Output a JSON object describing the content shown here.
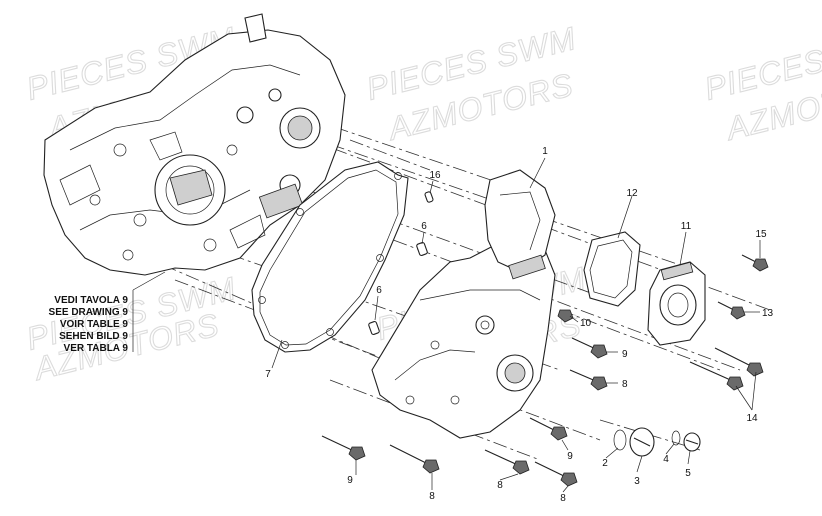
{
  "watermarks": [
    {
      "line1": "PIECES SWM",
      "line2": "AZMOTORS"
    },
    {
      "line1": "PIECES SWM",
      "line2": "AZMOTORS"
    },
    {
      "line1": "PIECES SWM",
      "line2": "AZMOTORS"
    },
    {
      "line1": "PIECES SWM",
      "line2": "AZMOTORS"
    },
    {
      "line1": "PIECES SWM",
      "line2": "AZMOTORS"
    }
  ],
  "reference_note": [
    "VEDI TAVOLA 9",
    "SEE DRAWING 9",
    "VOIR TABLE 9",
    "SEHEN BILD 9",
    "VER TABLA 9"
  ],
  "callouts": {
    "c1": "1",
    "c2": "2",
    "c3": "3",
    "c4": "4",
    "c5": "5",
    "c6a": "6",
    "c6b": "6",
    "c7": "7",
    "c8a": "8",
    "c8b": "8",
    "c8c": "8",
    "c8d": "8",
    "c9a": "9",
    "c9b": "9",
    "c9c": "9",
    "c10": "10",
    "c11": "11",
    "c12": "12",
    "c13": "13",
    "c14": "14",
    "c15": "15",
    "c16": "16"
  },
  "colors": {
    "line": "#222222",
    "watermark": "#dcdcdc"
  }
}
